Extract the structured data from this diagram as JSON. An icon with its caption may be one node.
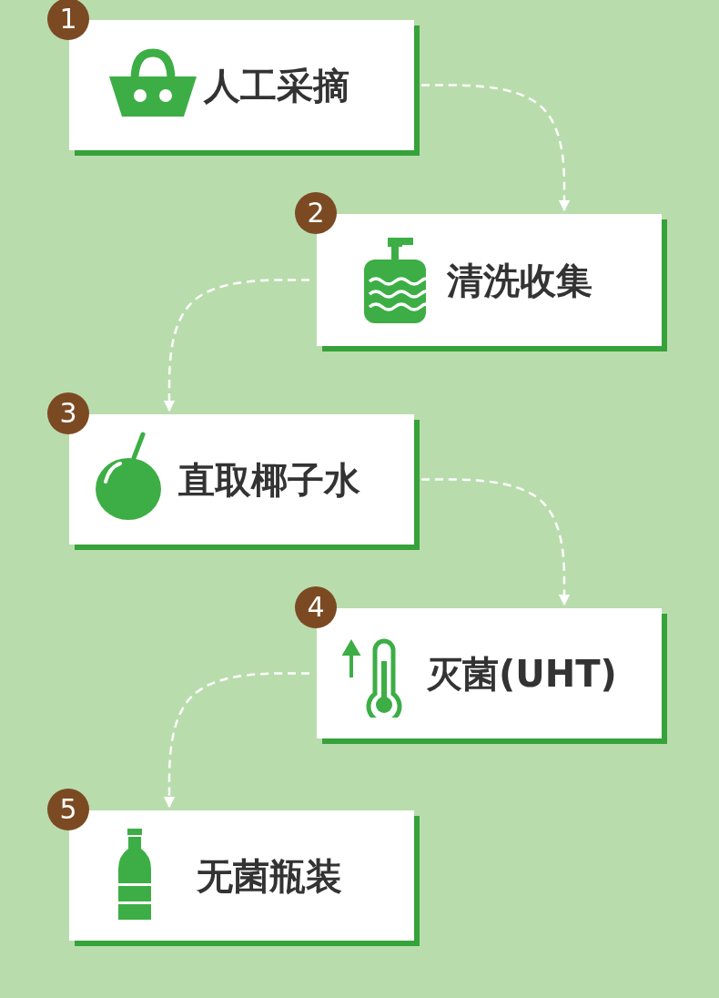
{
  "diagram": {
    "nodes": [
      {
        "text": [
          "1",
          "人工采摘"
        ]
      },
      {
        "text": [
          "2",
          "清洗收集"
        ]
      },
      {
        "text": [
          "3",
          "直取椰子水"
        ]
      },
      {
        "text": [
          "4",
          "灭菌(UHT)"
        ]
      },
      {
        "text": [
          "5",
          "无菌瓶装"
        ]
      }
    ],
    "edges": [
      {
        "from": 0,
        "to": 1,
        "arrow": "to",
        "style": "dashed"
      },
      {
        "from": 1,
        "to": 2,
        "arrow": "to",
        "style": "dashed"
      },
      {
        "from": 2,
        "to": 3,
        "arrow": "to",
        "style": "dashed"
      },
      {
        "from": 3,
        "to": 4,
        "arrow": "to",
        "style": "dashed"
      }
    ]
  }
}
